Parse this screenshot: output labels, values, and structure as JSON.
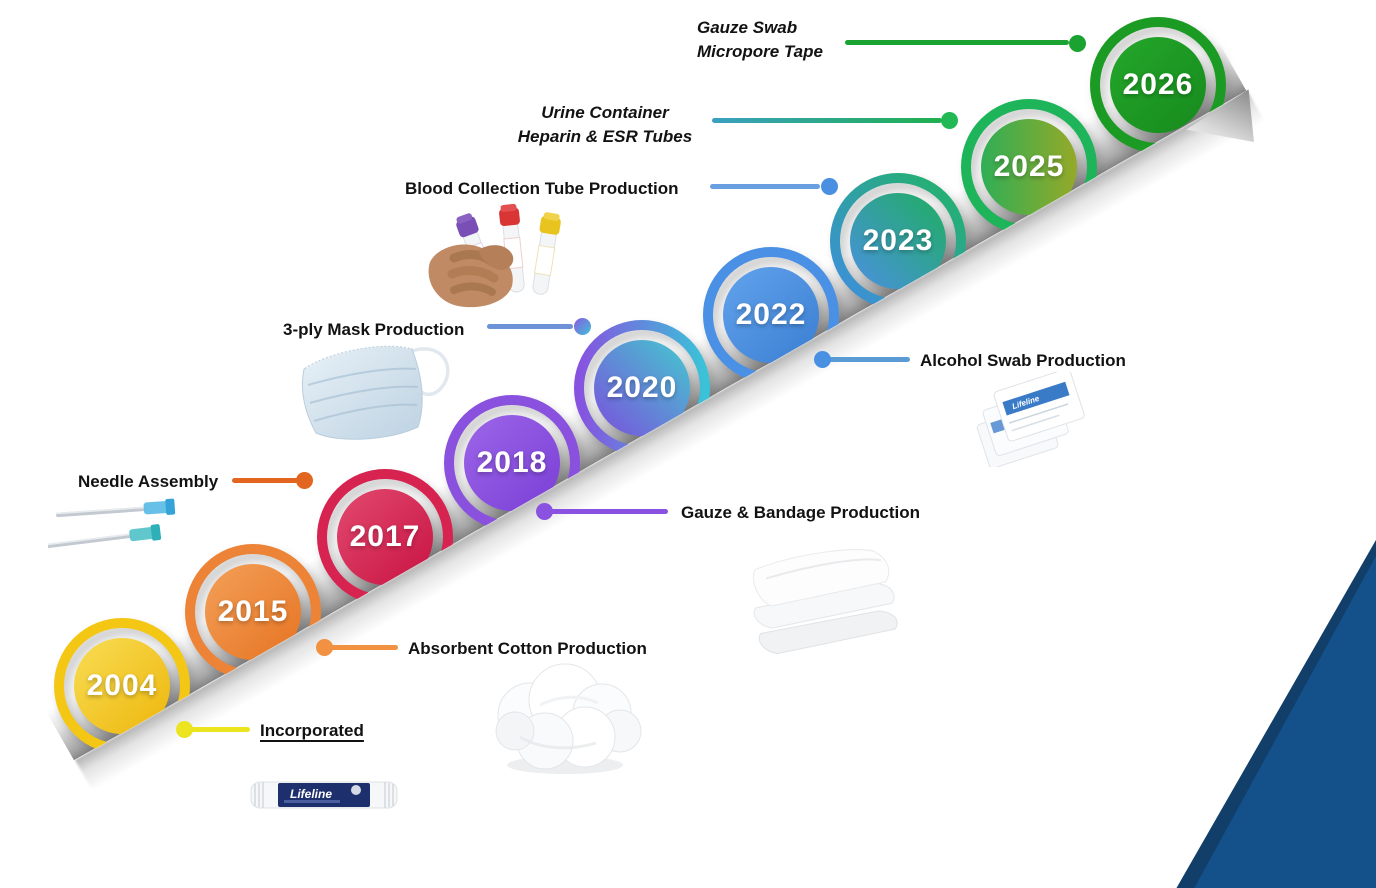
{
  "page": {
    "background": "#ffffff",
    "corner_triangle_color": "#14518a",
    "corner_triangle_edge_color": "#123e6a"
  },
  "timeline": {
    "milestones": [
      {
        "year": "2004",
        "ring": "#f3c714",
        "fill_from": "#f8dd55",
        "fill_to": "#edb60b"
      },
      {
        "year": "2015",
        "ring": "#ec8336",
        "fill_from": "#f3a058",
        "fill_to": "#e67322"
      },
      {
        "year": "2017",
        "ring": "#d62350",
        "fill_from": "#e24a6e",
        "fill_to": "#c81243"
      },
      {
        "year": "2018",
        "ring": "#8a50de",
        "fill_from": "#9c66e8",
        "fill_to": "#7a3ed6"
      },
      {
        "year": "2020",
        "ring_from": "#8752e0",
        "ring_to": "#3ac3d8",
        "fill_from": "#7b4fdd",
        "fill_to": "#44c9cf"
      },
      {
        "year": "2022",
        "ring": "#4a90e4",
        "fill_from": "#62a3ec",
        "fill_to": "#3a7ed2"
      },
      {
        "year": "2023",
        "ring_from": "#3f8de2",
        "ring_to": "#21b465",
        "fill_from": "#4a90e2",
        "fill_to": "#1fae60"
      },
      {
        "year": "2025",
        "ring": "#1db45a",
        "fill_from": "#2fae56",
        "fill_to": "#95a928"
      },
      {
        "year": "2026",
        "ring": "#1c9b24",
        "fill_from": "#24a72a",
        "fill_to": "#178a1d"
      }
    ],
    "labels": [
      {
        "id": "incorporated",
        "lines": [
          "Incorporated"
        ],
        "underline": true,
        "color": "#ece41f"
      },
      {
        "id": "needle-assembly",
        "lines": [
          "Needle Assembly"
        ],
        "color": "#e2661f"
      },
      {
        "id": "absorbent-cotton",
        "lines": [
          "Absorbent Cotton Production"
        ],
        "color": "#f19141"
      },
      {
        "id": "mask-production",
        "lines": [
          "3-ply Mask Production"
        ],
        "color": "#6d92d8"
      },
      {
        "id": "gauze-bandage",
        "lines": [
          "Gauze &  Bandage Production"
        ],
        "color": "#8a52e0"
      },
      {
        "id": "blood-collection-tube",
        "lines": [
          "Blood Collection Tube Production"
        ],
        "color": "#4a90e2"
      },
      {
        "id": "alcohol-swab",
        "lines": [
          "Alcohol Swab Production"
        ],
        "color": "#4a90e2"
      },
      {
        "id": "urine-heparin",
        "lines": [
          "Urine Container",
          "Heparin & ESR Tubes"
        ],
        "italic": true,
        "color": "#22b955"
      },
      {
        "id": "gauze-swab-tape",
        "lines": [
          "Gauze Swab",
          "Micropore Tape"
        ],
        "italic": true,
        "color": "#1ba332"
      }
    ],
    "products": {
      "brand": "Lifeline"
    }
  }
}
